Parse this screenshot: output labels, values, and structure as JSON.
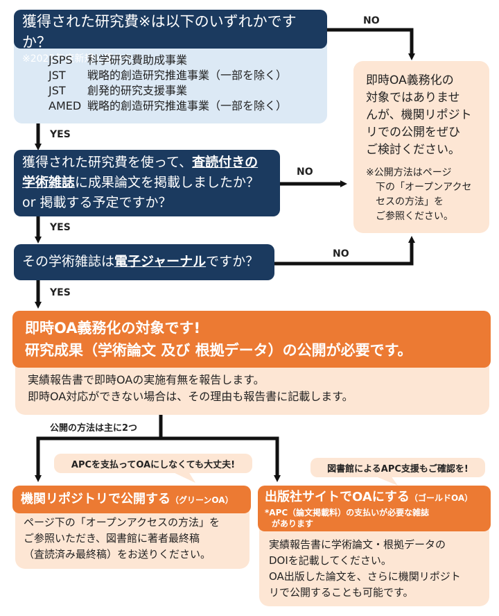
{
  "q1": {
    "title": "獲得された研究費※は以下のいずれかですか？",
    "note": "※2025年度新規公募分から",
    "programs": [
      {
        "agency": "JSPS",
        "name": "科学研究費助成事業"
      },
      {
        "agency": "JST",
        "name": "戦略的創造研究推進事業（一部を除く）"
      },
      {
        "agency": "JST",
        "name": "創発的研究支援事業"
      },
      {
        "agency": "AMED",
        "name": "戦略的創造研究推進事業（一部を除く）"
      }
    ]
  },
  "q2": {
    "line1_a": "獲得された研究費を使って、",
    "line1_b": "査読付きの",
    "line2_a": "学術雑誌",
    "line2_b": "に成果論文を掲載しましたか？",
    "line3": "or 掲載する予定ですか？"
  },
  "q3": {
    "a": "その学術雑誌は",
    "b": "電子ジャーナル",
    "c": "ですか？"
  },
  "labels": {
    "no": "NO",
    "yes": "YES"
  },
  "not_target": {
    "lines": [
      "即時OA義務化の",
      "対象ではありませ",
      "んが、機関リポジト",
      "リでの公開をぜひ",
      "ご検討ください。"
    ],
    "note_lines": [
      "※公開方法はページ",
      "下の「オープンアクセ",
      "セスの方法」を",
      "ご参照ください。"
    ]
  },
  "target": {
    "title1": "即時OA義務化の対象です!",
    "title2": "研究成果（学術論文 及び 根拠データ）の公開が必要です。",
    "desc1": "実績報告書で即時OAの実施有無を報告します。",
    "desc2": "即時OA対応ができない場合は、その理由も報告書に記載します。"
  },
  "methods_label": "公開の方法は主に2つ",
  "green": {
    "callout": "APCを支払ってOAにしなくても大丈夫!",
    "title": "機関リポジトリで公開する",
    "tag": "（グリーンOA）",
    "desc": [
      "ページ下の「オープンアクセスの方法」を",
      "ご参照いただき、図書館に著者最終稿",
      "（査読済み最終稿）をお送りください。"
    ]
  },
  "gold": {
    "callout": "図書館によるAPC支援もご確認を!",
    "title": "出版社サイトでOAにする",
    "tag": "（ゴールドOA）",
    "sub1": "*APC（論文掲載料）の支払いが必要な雑誌",
    "sub2": "があります",
    "desc": [
      "実績報告書に学術論文・根拠データの",
      "DOIを記載してください。",
      "OA出版した論文を、さらに機関リポジト",
      "リで公開することも可能です。"
    ]
  },
  "colors": {
    "navy": "#1b3a5f",
    "orange": "#ec7a33",
    "peach": "#fde6d4",
    "lightblue": "#dce9f5"
  }
}
